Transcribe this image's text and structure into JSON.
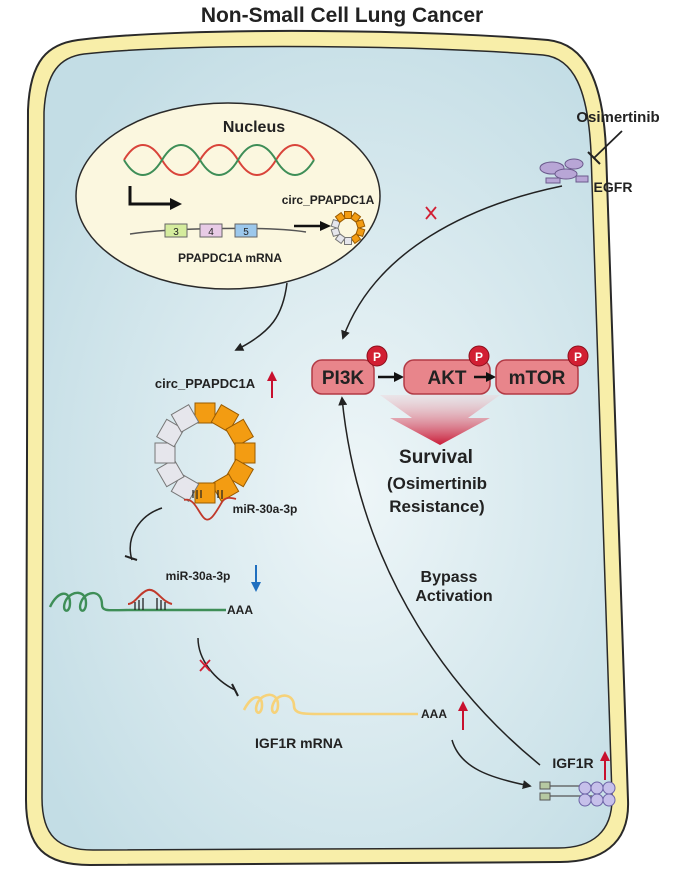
{
  "title": "Non-Small Cell Lung Cancer",
  "nucleus": {
    "label": "Nucleus",
    "circ_label": "circ_PPAPDC1A",
    "mrna_label": "PPAPDC1A mRNA",
    "exons": [
      "3",
      "4",
      "5"
    ]
  },
  "drug": "Osimertinib",
  "egfr": "EGFR",
  "circ_up_label": "circ_PPAPDC1A",
  "mir_sponge_label": "miR-30a-3p",
  "mir_down_label": "miR-30a-3p",
  "polyA": "AAA",
  "igf1r_mrna_label": "IGF1R mRNA",
  "igf1r_polyA": "AAA",
  "igf1r_receptor": "IGF1R",
  "pathway": {
    "nodes": [
      "PI3K",
      "AKT",
      "mTOR"
    ],
    "phospho": "P"
  },
  "outcome": {
    "line1": "Survival",
    "line2": "(Osimertinib",
    "line3": "Resistance)"
  },
  "bypass": {
    "line1": "Bypass",
    "line2": "Activation"
  },
  "colors": {
    "membrane": "#f8eea9",
    "membrane_stroke": "#2a2a2a",
    "cytoplasm": "#cfe4ea",
    "nucleus": "#fbf7df",
    "pathway_fill": "#e8858b",
    "pathway_stroke": "#b23a45",
    "phospho": "#d21f33",
    "up_arrow": "#c8102e",
    "down_arrow": "#1f6fbf",
    "orange": "#f39c12",
    "gray_block": "#e6e6ec",
    "green_rna": "#3e8e57",
    "yellow_rna": "#f6d27a",
    "red_mir": "#c0392b",
    "purple": "#8f7ab3"
  }
}
